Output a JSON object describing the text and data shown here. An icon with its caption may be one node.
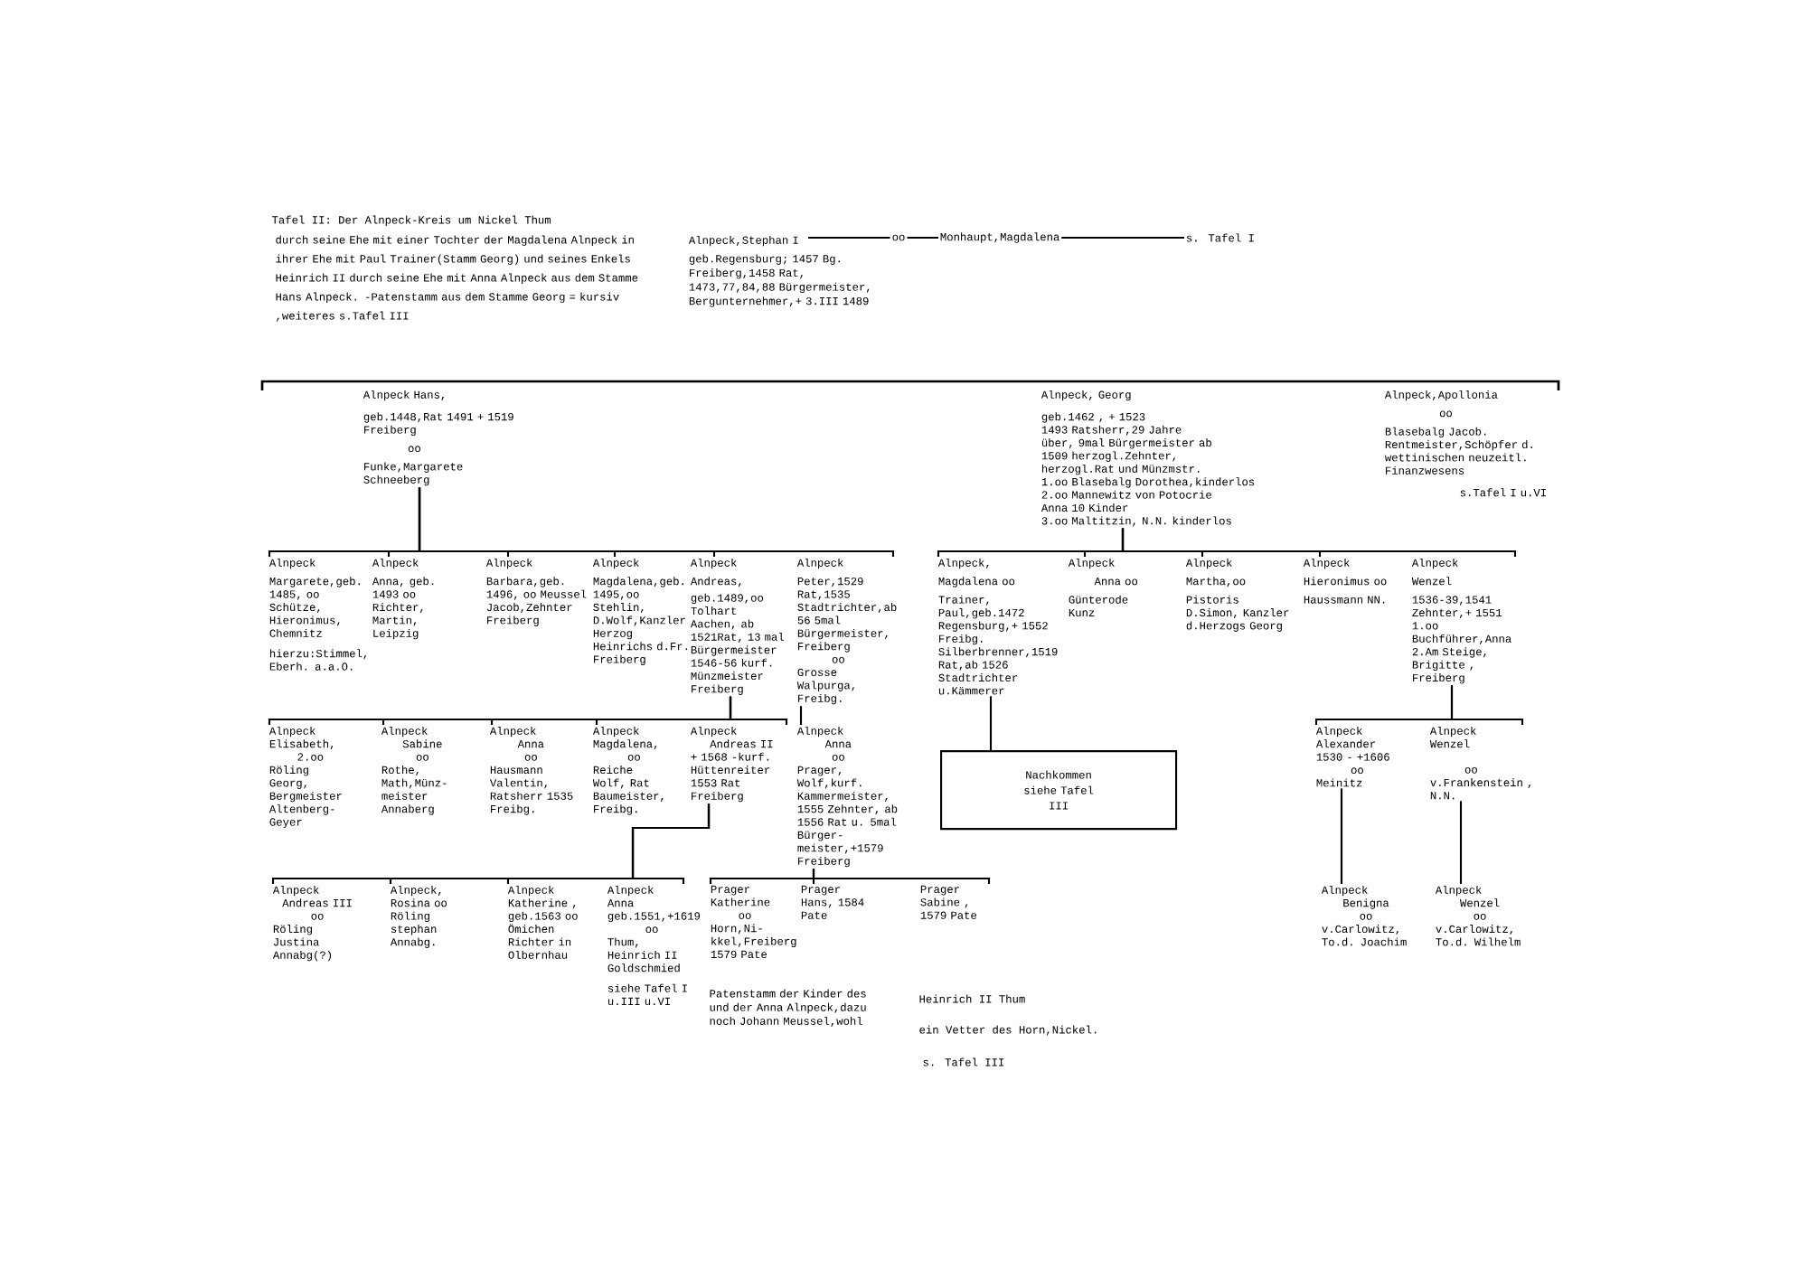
{
  "diagram": {
    "title": "Tafel II: Der Alnpeck-Kreis um Nickel Thum",
    "nodes": [
      {
        "text": [
          "Alnpeck,Stephan I",
          "geb.Regensburg; 1457 Bg. Freiberg,1458 Rat, 1473,77,84,88 Bürgermeister, Bergunternehmer,+ 3.III 1489"
        ]
      },
      {
        "text": [
          "Monhaupt,Magdalena"
        ]
      },
      {
        "text": [
          "s. Tafel I"
        ]
      },
      {
        "text": [
          "Alnpeck Hans,",
          "geb.1448,Rat 1491 + 1519 Freiberg",
          "oo",
          "Funke,Margarete Schneeberg"
        ]
      },
      {
        "text": [
          "Alnpeck, Georg",
          "geb.1462 , + 1523",
          "1493 Ratsherr,29 Jahre über, 9mal Bürgermeister ab 1509 herzogl.Zehnter, herzogl.Rat und Münzmstr.",
          "1.oo Blasebalg Dorothea,kinderlos",
          "2.oo Mannewitz von Potocrie Anna 10 Kinder",
          "3.oo Maltitzin, N.N. kinderlos"
        ]
      },
      {
        "text": [
          "Alnpeck,Apollonia",
          "oo",
          "Blasebalg Jacob. Rentmeister,Schöpfer d. wettinischen neuzeitl. Finanzwesens",
          "s.Tafel I u.VI"
        ]
      },
      {
        "text": [
          "Alnpeck",
          "Margarete,geb. 1485, oo Schütze, Hieronimus, Chemnitz",
          "hierzu:Stimmel, Eberh. a.a.O."
        ]
      },
      {
        "text": [
          "Alnpeck",
          "Anna, geb. 1493 oo Richter, Martin, Leipzig"
        ]
      },
      {
        "text": [
          "Alnpeck",
          "Barbara,geb. 1496, oo Meussel Jacob,Zehnter Freiberg"
        ]
      },
      {
        "text": [
          "Alnpeck",
          "Magdalena,geb. 1495,oo Stehlin, D.Wolf,Kanzler Herzog Heinrichs d.Fr. Freiberg"
        ]
      },
      {
        "text": [
          "Alnpeck",
          "Andreas,",
          "geb.1489,oo Tolhart Aachen, ab 1521Rat, 13 mal Bürgermeister 1546-56 kurf. Münzmeister Freiberg"
        ]
      },
      {
        "text": [
          "Alnpeck",
          "Peter,1529 Rat,1535 Stadtrichter,ab 56 5mal Bürgermeister, Freiberg",
          "oo",
          "Grosse Walpurga, Freibg."
        ]
      },
      {
        "text": [
          "Alnpeck,",
          "Magdalena oo",
          "Trainer, Paul,geb.1472 Regensburg,+ 1552 Freibg. Silberbrenner,1519 Rat,ab 1526 Stadtrichter u.Kämmerer"
        ]
      },
      {
        "text": [
          "Alnpeck",
          "Anna oo",
          "Günterode Kunz"
        ]
      },
      {
        "text": [
          "Alnpeck",
          "Martha,oo",
          "Pistoris D.Simon, Kanzler d.Herzogs Georg"
        ]
      },
      {
        "text": [
          "Alnpeck",
          "Hieronimus oo",
          "Haussmann NN."
        ]
      },
      {
        "text": [
          "Alnpeck",
          "Wenzel",
          "1536-39,1541 Zehnter,+ 1551 1.oo Buchführer,Anna 2.Am Steige, Brigitte , Freiberg"
        ]
      },
      {
        "text": [
          "Alnpeck",
          "Elisabeth,",
          "2.oo",
          "Röling Georg, Bergmeister Altenberg-Geyer"
        ]
      },
      {
        "text": [
          "Alnpeck",
          "Sabine",
          "oo",
          "Rothe, Math,Münz- meister Annaberg"
        ]
      },
      {
        "text": [
          "Alnpeck",
          "Anna",
          "oo",
          "Hausmann Valentin, Ratsherr 1535 Freibg."
        ]
      },
      {
        "text": [
          "Alnpeck",
          "Magdalena,",
          "oo",
          "Reiche Wolf, Rat Baumeister, Freibg."
        ]
      },
      {
        "text": [
          "Alnpeck",
          "Andreas II",
          "+ 1568 -kurf. Hüttenreiter 1553 Rat Freiberg"
        ]
      },
      {
        "text": [
          "Alnpeck",
          "Anna",
          "oo",
          "Prager, Wolf,kurf. Kammermeister, 1555 Zehnter, ab 1556 Rat u. 5mal Bürger- meister,+1579 Freiberg"
        ]
      },
      {
        "text": [
          "Nachkommen siehe Tafel III"
        ]
      },
      {
        "text": [
          "Alnpeck",
          "Alexander 1530 - +1606",
          "oo",
          "Meinitz"
        ]
      },
      {
        "text": [
          "Alnpeck",
          "Wenzel",
          "oo",
          "v.Frankenstein , N.N."
        ]
      },
      {
        "text": [
          "Alnpeck",
          "Andreas III",
          "oo",
          "Röling Justina Annabg(?)"
        ]
      },
      {
        "text": [
          "Alnpeck,",
          "Rosina oo",
          "Röling stephan Annabg."
        ]
      },
      {
        "text": [
          "Alnpeck",
          "Katherine , geb.1563 oo Ömichen Richter in Olbernhau"
        ]
      },
      {
        "text": [
          "Alnpeck",
          "Anna geb.1551,+1619",
          "oo",
          "Thum, Heinrich II Goldschmied",
          "siehe Tafel I u.III u.VI"
        ]
      },
      {
        "text": [
          "Prager",
          "Katherine",
          "oo",
          "Horn,Ni- kkel,Freiberg 1579 Pate"
        ]
      },
      {
        "text": [
          "Prager",
          "Hans, 1584 Pate"
        ]
      },
      {
        "text": [
          "Prager",
          "Sabine , 1579 Pate"
        ]
      },
      {
        "text": [
          "Alnpeck",
          "Benigna",
          "oo",
          "v.Carlowitz, To.d. Joachim"
        ]
      },
      {
        "text": [
          "Alnpeck",
          "Wenzel",
          "oo",
          "v.Carlowitz, To.d. Wilhelm"
        ]
      }
    ],
    "edges": [
      {
        "from": 0,
        "to": 1,
        "arrow": "none",
        "label": "oo"
      },
      {
        "from": 1,
        "to": 2,
        "arrow": "none"
      },
      {
        "from": 3,
        "to": 6,
        "arrow": "none"
      },
      {
        "from": 3,
        "to": 7,
        "arrow": "none"
      },
      {
        "from": 3,
        "to": 8,
        "arrow": "none"
      },
      {
        "from": 3,
        "to": 9,
        "arrow": "none"
      },
      {
        "from": 3,
        "to": 10,
        "arrow": "none"
      },
      {
        "from": 3,
        "to": 11,
        "arrow": "none"
      },
      {
        "from": 4,
        "to": 12,
        "arrow": "none"
      },
      {
        "from": 4,
        "to": 13,
        "arrow": "none"
      },
      {
        "from": 4,
        "to": 14,
        "arrow": "none"
      },
      {
        "from": 4,
        "to": 15,
        "arrow": "none"
      },
      {
        "from": 4,
        "to": 16,
        "arrow": "none"
      },
      {
        "from": 10,
        "to": 17,
        "arrow": "none"
      },
      {
        "from": 10,
        "to": 18,
        "arrow": "none"
      },
      {
        "from": 10,
        "to": 19,
        "arrow": "none"
      },
      {
        "from": 10,
        "to": 20,
        "arrow": "none"
      },
      {
        "from": 10,
        "to": 21,
        "arrow": "none"
      },
      {
        "from": 11,
        "to": 22,
        "arrow": "none"
      },
      {
        "from": 12,
        "to": 23,
        "arrow": "none"
      },
      {
        "from": 16,
        "to": 24,
        "arrow": "none"
      },
      {
        "from": 16,
        "to": 25,
        "arrow": "none"
      },
      {
        "from": 21,
        "to": 26,
        "arrow": "none"
      },
      {
        "from": 21,
        "to": 27,
        "arrow": "none"
      },
      {
        "from": 21,
        "to": 28,
        "arrow": "none"
      },
      {
        "from": 21,
        "to": 29,
        "arrow": "none"
      },
      {
        "from": 22,
        "to": 30,
        "arrow": "none"
      },
      {
        "from": 22,
        "to": 31,
        "arrow": "none"
      },
      {
        "from": 22,
        "to": 32,
        "arrow": "none"
      },
      {
        "from": 24,
        "to": 33,
        "arrow": "none"
      },
      {
        "from": 25,
        "to": 34,
        "arrow": "none"
      }
    ],
    "labels": [
      "durch seine Ehe mit einer Tochter der Magdalena Alnpeck in ihrer Ehe mit Paul Trainer(Stamm Georg) und seines Enkels Heinrich II durch seine Ehe mit Anna Alnpeck aus dem Stamme Hans Alnpeck. -Patenstamm aus dem Stamme Georg = kursiv ,weiteres s.Tafel III",
      "Patenstamm der Kinder des und der Anna Alnpeck,dazu noch Johann Meussel,wohl",
      "Heinrich II Thum",
      "ein Vetter des Horn,Nickel.",
      "s. Tafel III"
    ]
  }
}
